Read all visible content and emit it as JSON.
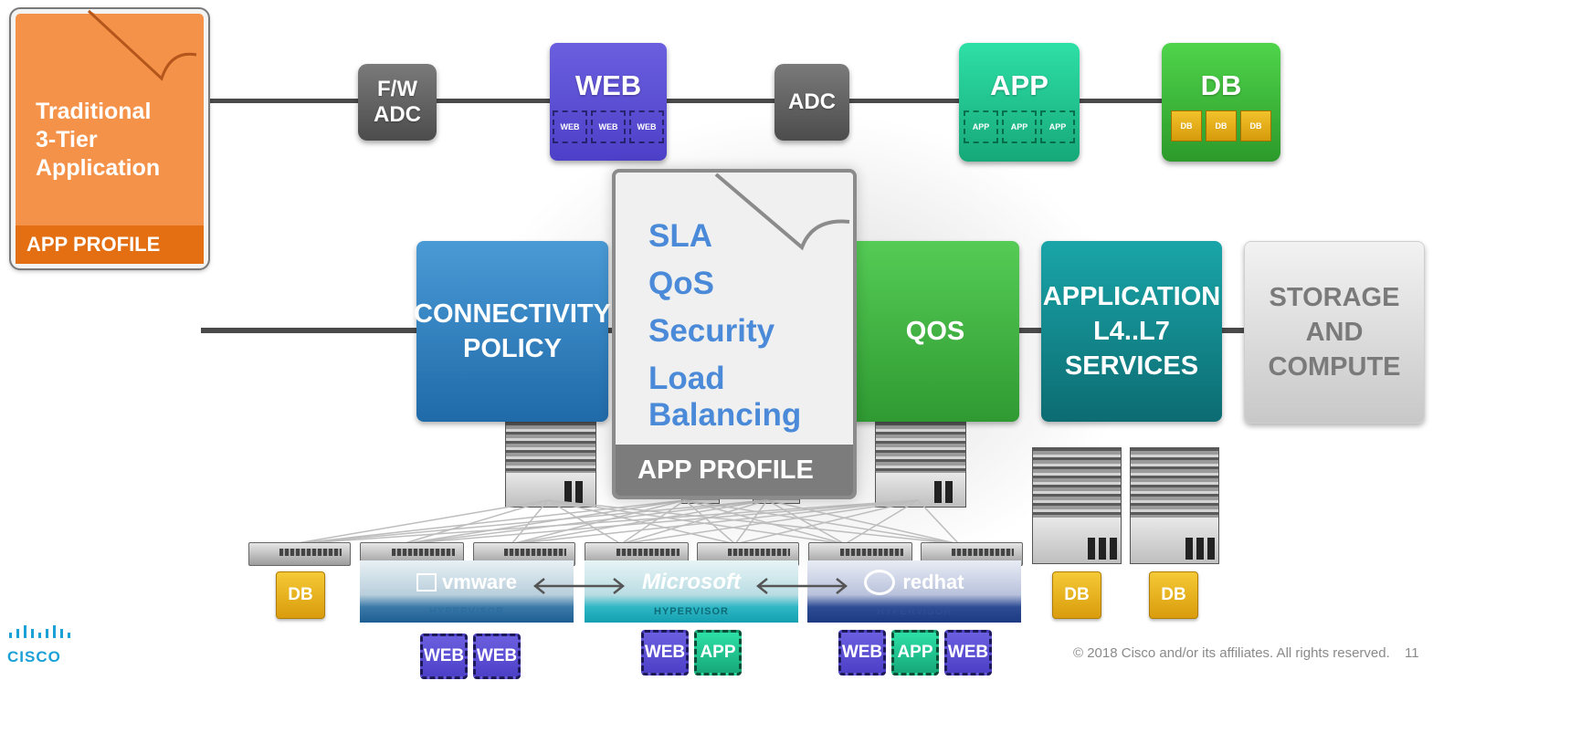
{
  "top_row": {
    "app_profile": {
      "title_lines": [
        "Traditional",
        "3-Tier",
        "Application"
      ],
      "footer": "APP PROFILE",
      "color": "#f5924a"
    },
    "fw_adc": {
      "lines": [
        "F/W",
        "ADC"
      ]
    },
    "web": {
      "label": "WEB",
      "mini": [
        "WEB",
        "WEB",
        "WEB"
      ],
      "color": "#5a4ed6"
    },
    "adc": {
      "label": "ADC"
    },
    "app": {
      "label": "APP",
      "mini": [
        "APP",
        "APP",
        "APP"
      ],
      "color": "#1fc68e"
    },
    "db": {
      "label": "DB",
      "mini": [
        "DB",
        "DB",
        "DB"
      ],
      "color": "#3cba3a"
    }
  },
  "middle_row": {
    "connectivity": {
      "lines": [
        "CONNECTIVITY",
        "POLICY"
      ],
      "color": "#2f7fbf"
    },
    "qos": {
      "label": "QOS",
      "color": "#3fb443"
    },
    "application": {
      "lines": [
        "APPLICATION",
        "L4..L7",
        "SERVICES"
      ],
      "color": "#11858a"
    },
    "storage": {
      "lines": [
        "STORAGE",
        "AND",
        "COMPUTE"
      ]
    }
  },
  "profile_doc": {
    "items": [
      "SLA",
      "QoS",
      "Security",
      "Load",
      "Balancing"
    ],
    "footer": "APP PROFILE",
    "text_color": "#4a8ad8"
  },
  "bottom": {
    "db_boxes": [
      "DB",
      "DB",
      "DB"
    ],
    "hypervisors": [
      {
        "name": "vmware",
        "label": "HYPERVISOR"
      },
      {
        "name": "Microsoft",
        "label": "HYPERVISOR"
      },
      {
        "name": "redhat",
        "label": "HYPERVISOR"
      }
    ],
    "vm_groups": [
      [
        "WEB",
        "WEB"
      ],
      [
        "WEB",
        "APP"
      ],
      [
        "WEB",
        "APP",
        "WEB"
      ]
    ]
  },
  "footer": {
    "brand": "CISCO",
    "copyright": "© 2018  Cisco and/or its affiliates. All rights reserved.",
    "page_number": "11"
  }
}
